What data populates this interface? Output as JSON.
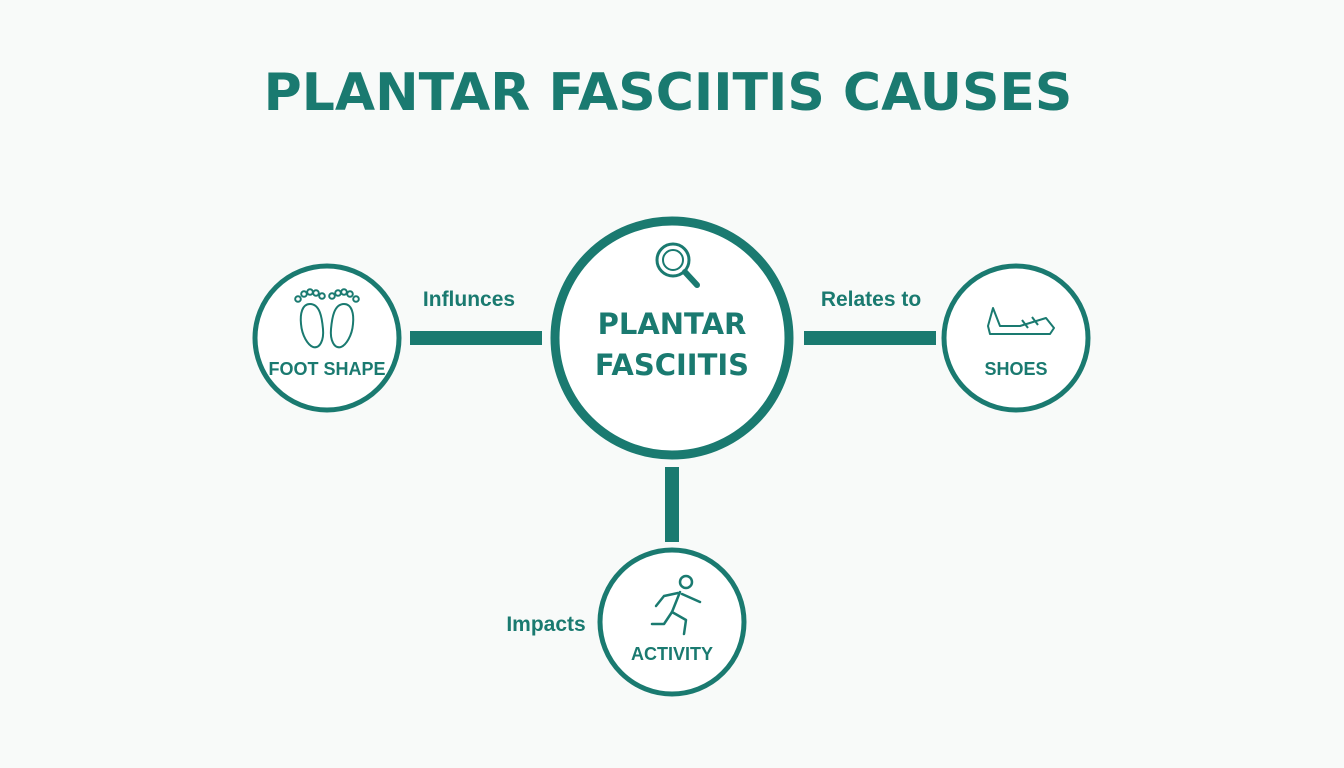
{
  "title": "PLANTAR FASCIITIS CAUSES",
  "colors": {
    "primary": "#1a7a70",
    "background": "#f8faf9"
  },
  "center": {
    "line1": "PLANTAR",
    "line2": "FASCIITIS",
    "icon": "magnifier-icon"
  },
  "nodes": [
    {
      "id": "foot-shape",
      "label": "FOOT SHAPE",
      "icon": "footprints-icon"
    },
    {
      "id": "shoes",
      "label": "SHOES",
      "icon": "shoe-icon"
    },
    {
      "id": "activity",
      "label": "ACTIVITY",
      "icon": "running-person-icon"
    }
  ],
  "edges": [
    {
      "from": "foot-shape",
      "to": "center",
      "label": "Influnces"
    },
    {
      "from": "center",
      "to": "shoes",
      "label": "Relates to"
    },
    {
      "from": "center",
      "to": "activity",
      "label": "Impacts"
    }
  ]
}
